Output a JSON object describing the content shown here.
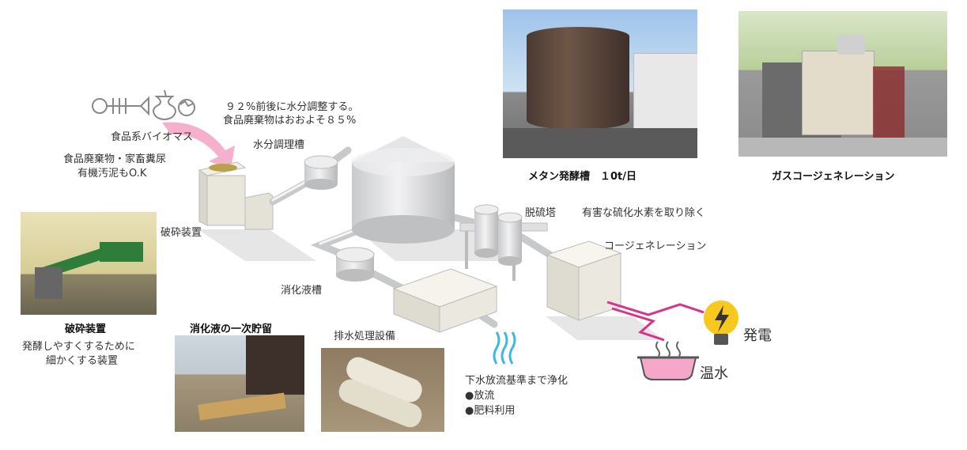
{
  "labels": {
    "food_biomass": "食品系バイオマス",
    "inputs_line1": "食品廃棄物・家畜糞尿",
    "inputs_line2": "有機汚泥もO.K",
    "moisture_note_line1": "９２%前後に水分調整する。",
    "moisture_note_line2": "食品廃棄物はおおよそ８５%",
    "moisture_tank": "水分調理槽",
    "crusher": "破砕装置",
    "desulfurization": "脱硫塔",
    "desulfurization_note": "有害な硫化水素を取り除く",
    "cogeneration": "コージェネレーション",
    "digestate_tank": "消化液槽",
    "wastewater": "排水処理設備",
    "sewage_line1": "下水放流基準まで浄化",
    "sewage_item1": "●放流",
    "sewage_item2": "●肥料利用",
    "power": "発電",
    "hot_water": "温水"
  },
  "photos": {
    "methane": {
      "caption": "メタン発酵槽　１0t/日"
    },
    "gas_cogen": {
      "caption": "ガスコージェネレーション"
    },
    "crusher": {
      "caption": "破砕装置",
      "desc_line1": "発酵しやすくするために",
      "desc_line2": "細かくする装置"
    },
    "digestate": {
      "caption": "消化液の一次貯留"
    }
  },
  "colors": {
    "arrow_pink": "#f4a7c9",
    "output_magenta": "#d6338a",
    "tank_gray": "#d9dadc",
    "bulb_yellow": "#f7c81e"
  }
}
